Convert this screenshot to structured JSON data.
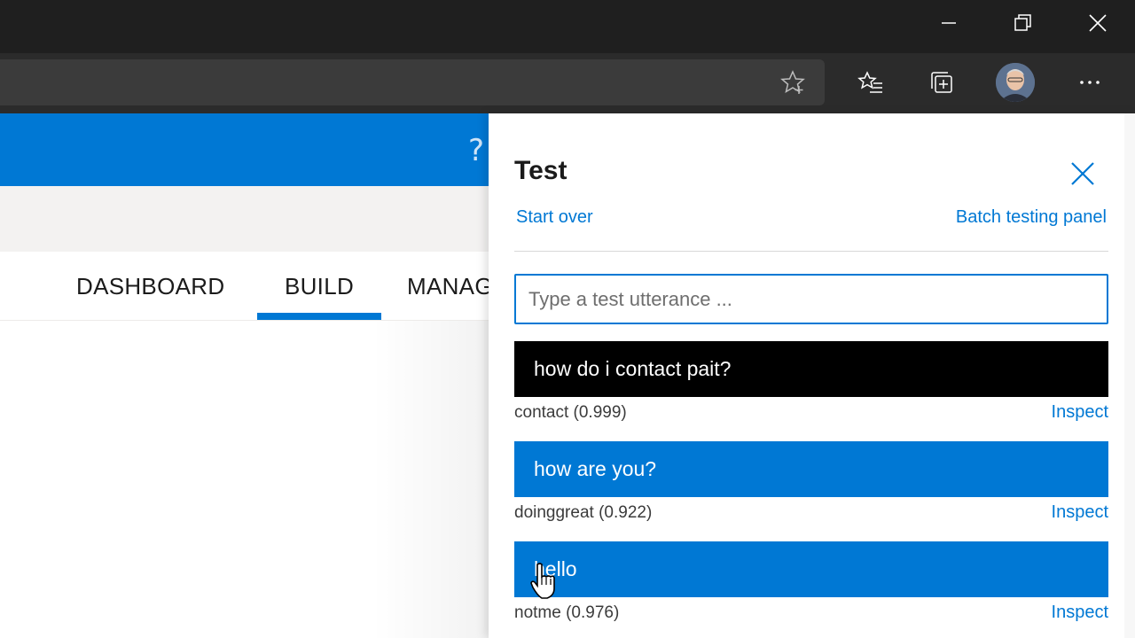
{
  "browser": {
    "window_controls": [
      "minimize",
      "restore",
      "close"
    ],
    "toolbar_icons": [
      "star-outline-icon",
      "favorites-list-icon",
      "collections-icon",
      "avatar",
      "more-icon"
    ]
  },
  "app": {
    "help_glyph": "?",
    "tabs": [
      {
        "label": "DASHBOARD",
        "active": false
      },
      {
        "label": "BUILD",
        "active": true
      },
      {
        "label": "MANAG",
        "active": false
      }
    ]
  },
  "panel": {
    "title": "Test",
    "start_over": "Start over",
    "batch_testing": "Batch testing panel",
    "input_placeholder": "Type a test utterance ...",
    "results": [
      {
        "utterance": "how do i contact pait?",
        "intent": "contact (0.999)",
        "inspect": "Inspect",
        "color": "#000000"
      },
      {
        "utterance": "how are you?",
        "intent": "doinggreat (0.922)",
        "inspect": "Inspect",
        "color": "#0078d4"
      },
      {
        "utterance": "hello",
        "intent": "notme (0.976)",
        "inspect": "Inspect",
        "color": "#0078d4"
      }
    ]
  },
  "colors": {
    "accent": "#0078d4",
    "titlebar": "#1f1f1f",
    "toolbar": "#2b2b2b"
  }
}
